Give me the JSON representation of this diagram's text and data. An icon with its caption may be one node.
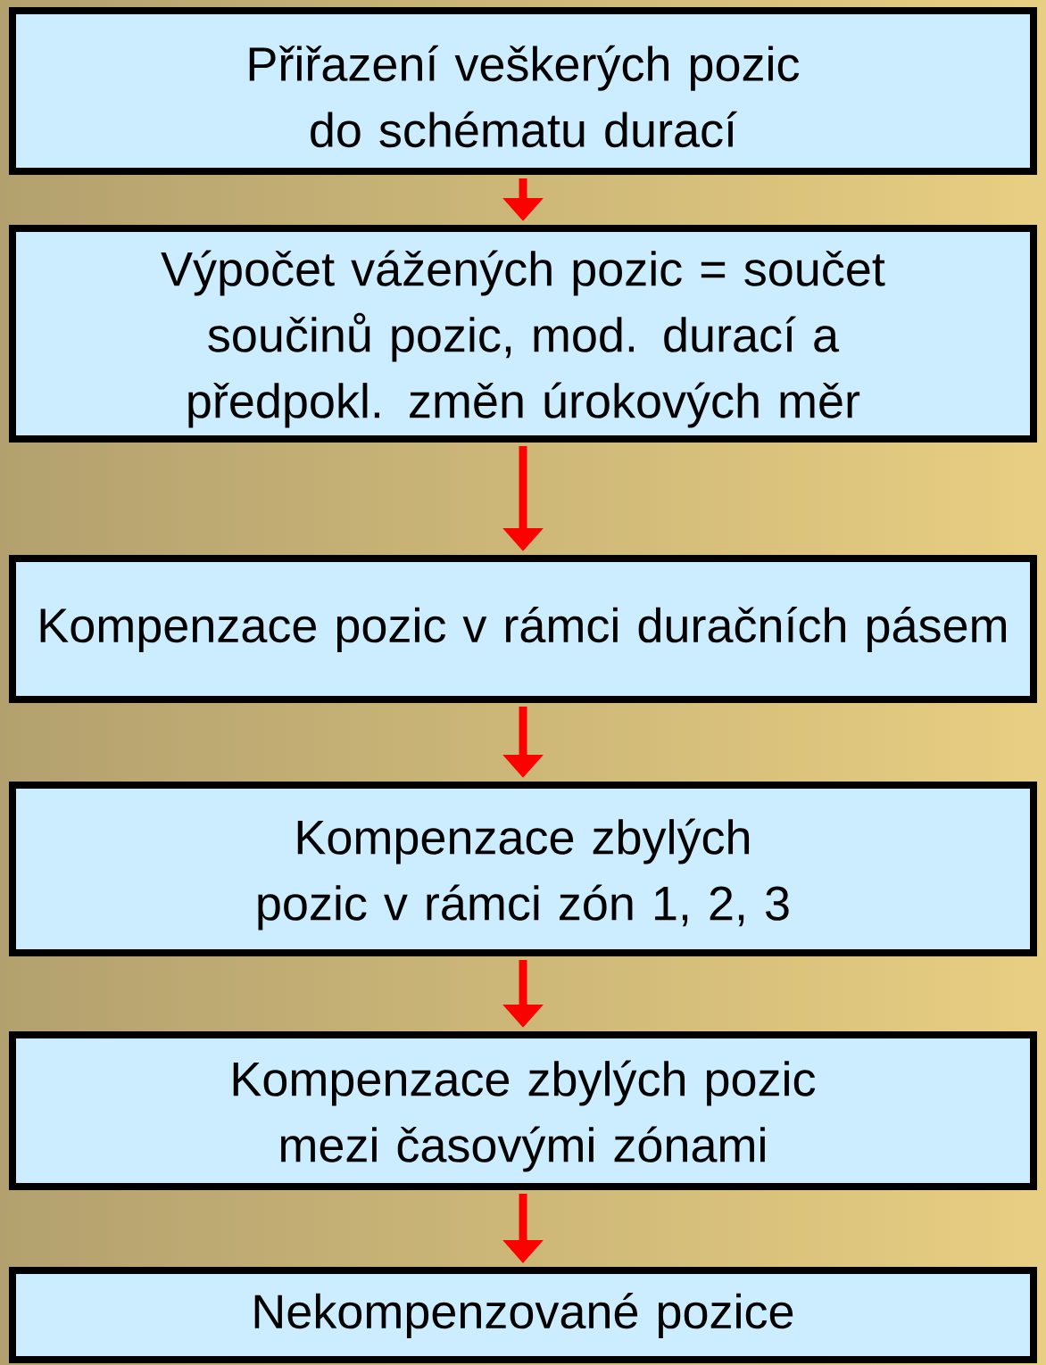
{
  "diagram": {
    "nodes": [
      {
        "text": [
          "Přiřazení veškerých pozic do schématu durací"
        ]
      },
      {
        "text": [
          "Výpočet vážených pozic = součet součinů pozic, mod. durací a předpokl. změn úrokových měr"
        ]
      },
      {
        "text": [
          "Kompenzace pozic v rámci duračních pásem"
        ]
      },
      {
        "text": [
          "Kompenzace zbylých pozic v rámci zón 1, 2, 3"
        ]
      },
      {
        "text": [
          "Kompenzace zbylých pozic mezi časovými zónami"
        ]
      },
      {
        "text": [
          "Nekompenzované pozice"
        ]
      }
    ],
    "edges": [
      {
        "from": 0,
        "to": 1,
        "arrow": "to"
      },
      {
        "from": 1,
        "to": 2,
        "arrow": "to"
      },
      {
        "from": 2,
        "to": 3,
        "arrow": "to"
      },
      {
        "from": 3,
        "to": 4,
        "arrow": "to"
      },
      {
        "from": 4,
        "to": 5,
        "arrow": "to"
      }
    ]
  }
}
